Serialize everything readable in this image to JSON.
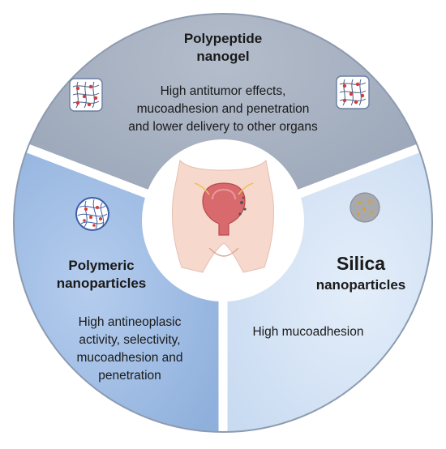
{
  "sectors": [
    {
      "title_line1": "Polypeptide",
      "title_line2": "nanogel",
      "desc_lines": [
        "High antitumor effects,",
        "mucoadhesion and penetration",
        "and lower delivery to other organs"
      ],
      "fill": "#a9b3c2",
      "icon": "nanogel-mesh-icon"
    },
    {
      "title_line1": "Polymeric",
      "title_line2": "nanoparticles",
      "desc_lines": [
        "High antineoplasic",
        "activity, selectivity,",
        "mucoadhesion and",
        "penetration"
      ],
      "fill": "#a3c0e6",
      "icon": "polymeric-sphere-icon"
    },
    {
      "title_line1": "Silica",
      "title_line2": "nanoparticles",
      "desc_lines": [
        "High mucoadhesion"
      ],
      "fill": "#d6e5f7",
      "icon": "silica-particle-icon"
    }
  ],
  "colors": {
    "outline": "#8d9bb0",
    "divider": "#ffffff",
    "center": "#ffffff",
    "bladder": "#d86a6e",
    "skin": "#f6d8cc"
  },
  "center_icon": "pelvis-bladder-icon"
}
